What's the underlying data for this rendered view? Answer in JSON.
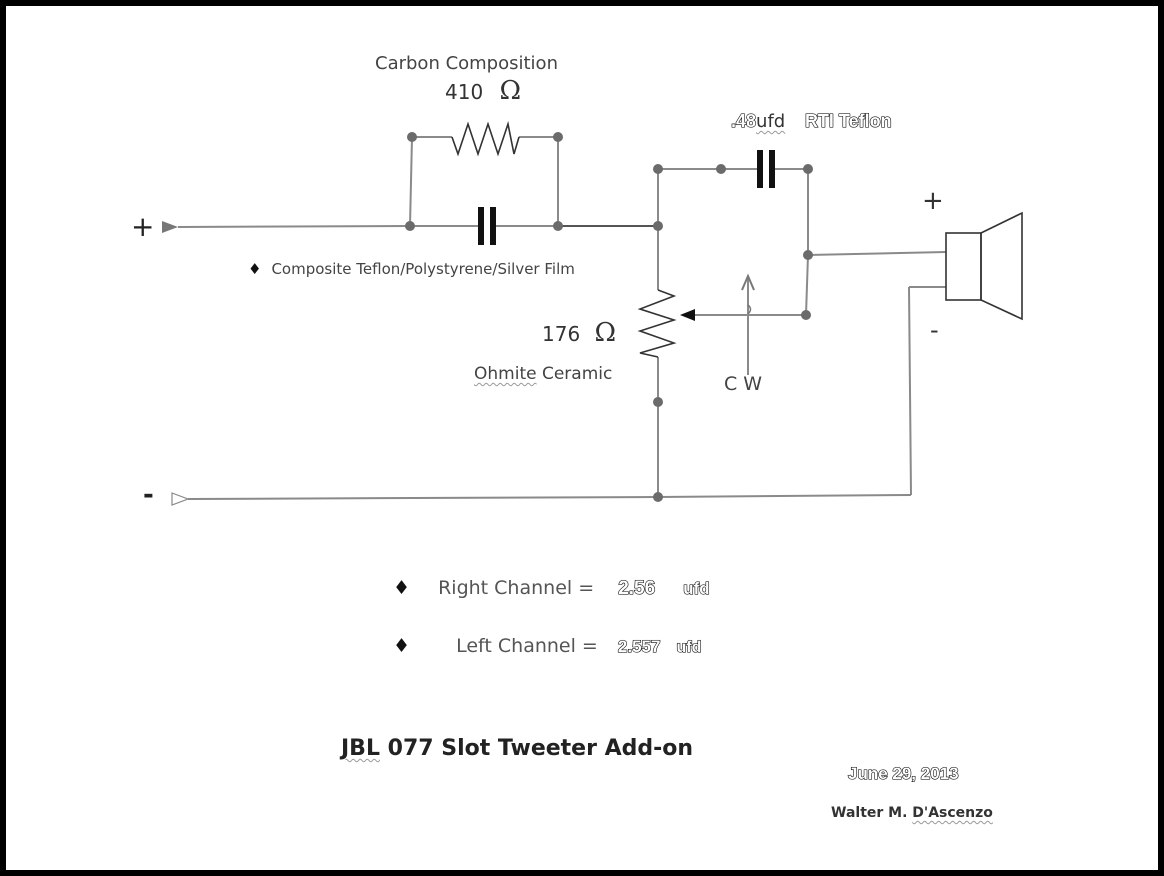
{
  "title": "JBL 077 Slot Tweeter Add-on",
  "title_parts": {
    "brand": "JBL",
    "rest": " 077 Slot Tweeter Add-on"
  },
  "date": "June 29, 2013",
  "author": {
    "first": "Walter M. ",
    "last": "D'Ascenzo"
  },
  "components": {
    "series_resistor": {
      "type_label": "Carbon Composition",
      "value": "410",
      "unit": "Ω"
    },
    "series_capacitor": {
      "bullet": "♦",
      "label": "Composite Teflon/Polystyrene/Silver Film"
    },
    "bypass_capacitor": {
      "value": ".48",
      "unit": "ufd",
      "type_label": "RTI Teflon"
    },
    "potentiometer": {
      "value": "176",
      "unit": "Ω",
      "brand": "Ohmite",
      "type_label": " Ceramic",
      "direction_label": "C W"
    }
  },
  "terminals": {
    "input_plus": "+",
    "input_minus": "-",
    "speaker_plus": "+",
    "speaker_minus": "-"
  },
  "channels": [
    {
      "bullet": "♦",
      "label": "Right Channel =",
      "value": "2.56",
      "unit": "ufd"
    },
    {
      "bullet": "♦",
      "label": "Left Channel =",
      "value": "2.557",
      "unit": "ufd"
    }
  ],
  "colors": {
    "wire": "#888888",
    "node": "#6b6b6b",
    "ink": "#111111",
    "border": "#000000"
  }
}
